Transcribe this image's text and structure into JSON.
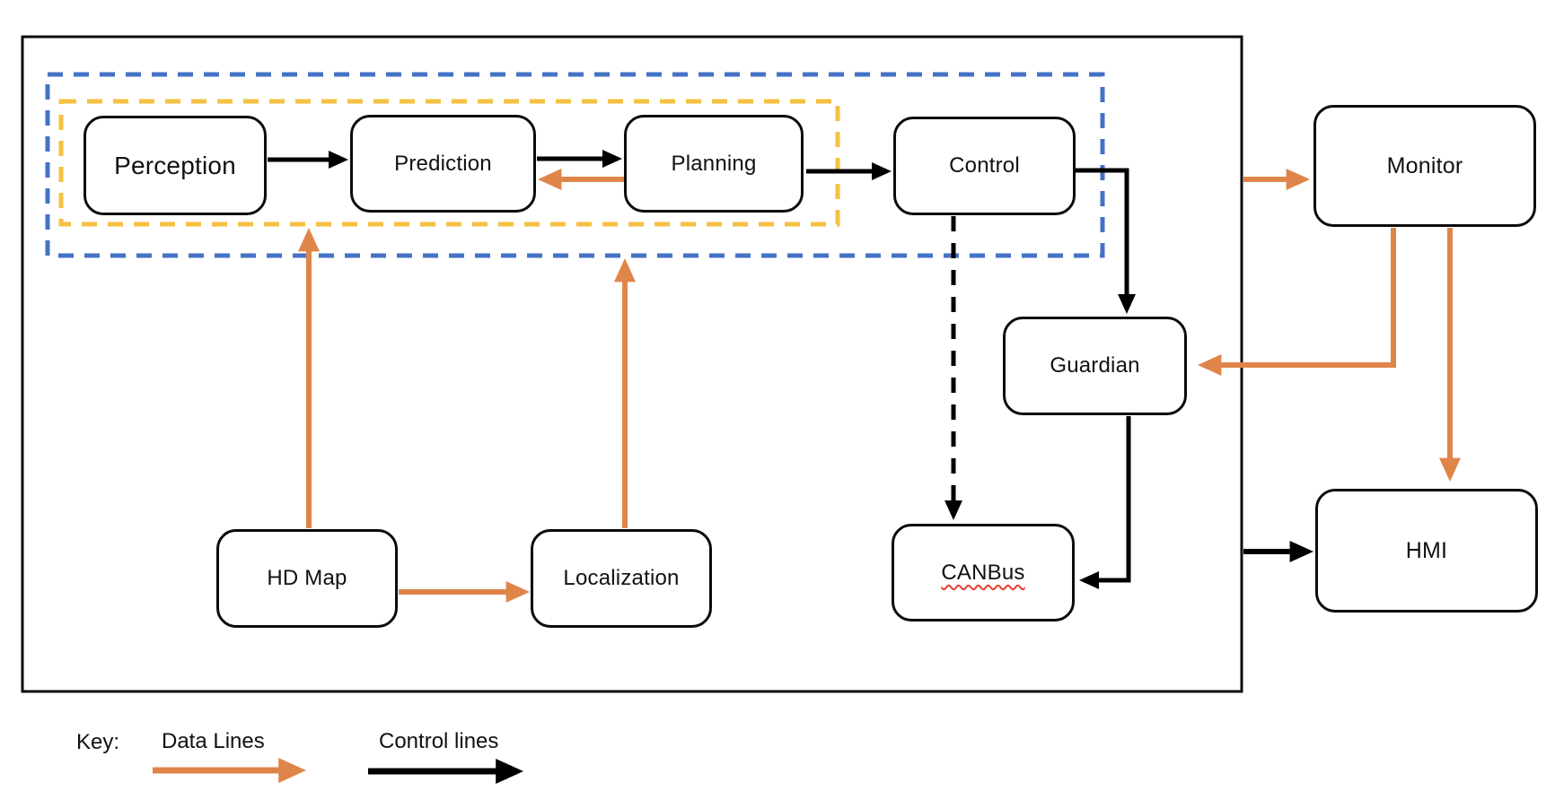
{
  "diagram": {
    "nodes": {
      "perception": {
        "label": "Perception"
      },
      "prediction": {
        "label": "Prediction"
      },
      "planning": {
        "label": "Planning"
      },
      "control": {
        "label": "Control"
      },
      "guardian": {
        "label": "Guardian"
      },
      "canbus": {
        "label": "CANBus",
        "spellcheck_squiggle": true
      },
      "hd_map": {
        "label": "HD Map"
      },
      "localization": {
        "label": "Localization"
      },
      "monitor": {
        "label": "Monitor"
      },
      "hmi": {
        "label": "HMI"
      }
    },
    "clusters": {
      "outer_boundary": {
        "style": "solid",
        "color": "#0b0b0b",
        "contains": [
          "perception",
          "prediction",
          "planning",
          "control",
          "guardian",
          "canbus",
          "hd_map",
          "localization"
        ]
      },
      "blue_cluster": {
        "style": "dashed",
        "color": "#4472c4",
        "contains": [
          "perception",
          "prediction",
          "planning",
          "control"
        ]
      },
      "yellow_cluster": {
        "style": "dashed",
        "color": "#f5c142",
        "contains": [
          "perception",
          "prediction",
          "planning"
        ]
      }
    },
    "edges": [
      {
        "from": "Perception",
        "to": "Prediction",
        "type": "control",
        "style": "solid"
      },
      {
        "from": "Prediction",
        "to": "Planning",
        "type": "control",
        "style": "solid"
      },
      {
        "from": "Planning",
        "to": "Prediction",
        "type": "data",
        "style": "solid"
      },
      {
        "from": "Planning",
        "to": "Control",
        "type": "control",
        "style": "solid"
      },
      {
        "from": "Control",
        "to": "Guardian",
        "type": "control",
        "style": "solid"
      },
      {
        "from": "Control",
        "to": "CANBus",
        "type": "control",
        "style": "dashed"
      },
      {
        "from": "Guardian",
        "to": "CANBus",
        "type": "control",
        "style": "solid"
      },
      {
        "from": "HD Map",
        "to": "Yellow cluster",
        "type": "data",
        "style": "solid"
      },
      {
        "from": "HD Map",
        "to": "Localization",
        "type": "data",
        "style": "solid"
      },
      {
        "from": "Localization",
        "to": "Blue cluster",
        "type": "data",
        "style": "solid"
      },
      {
        "from": "System boundary",
        "to": "Monitor",
        "type": "data",
        "style": "solid"
      },
      {
        "from": "Monitor",
        "to": "Guardian",
        "type": "data",
        "style": "solid"
      },
      {
        "from": "Monitor",
        "to": "HMI",
        "type": "data",
        "style": "solid"
      },
      {
        "from": "System boundary",
        "to": "HMI",
        "type": "control",
        "style": "solid"
      }
    ],
    "key": {
      "title": "Key:",
      "data_label": "Data Lines",
      "control_label": "Control lines"
    },
    "colors": {
      "data_line": "#e0854a",
      "control_line": "#000000",
      "outer_cluster_dash": "#4472c4",
      "inner_cluster_dash": "#f5c142",
      "spellcheck_underline": "#e74033",
      "node_border": "#0b0b0b",
      "background": "#ffffff"
    }
  }
}
